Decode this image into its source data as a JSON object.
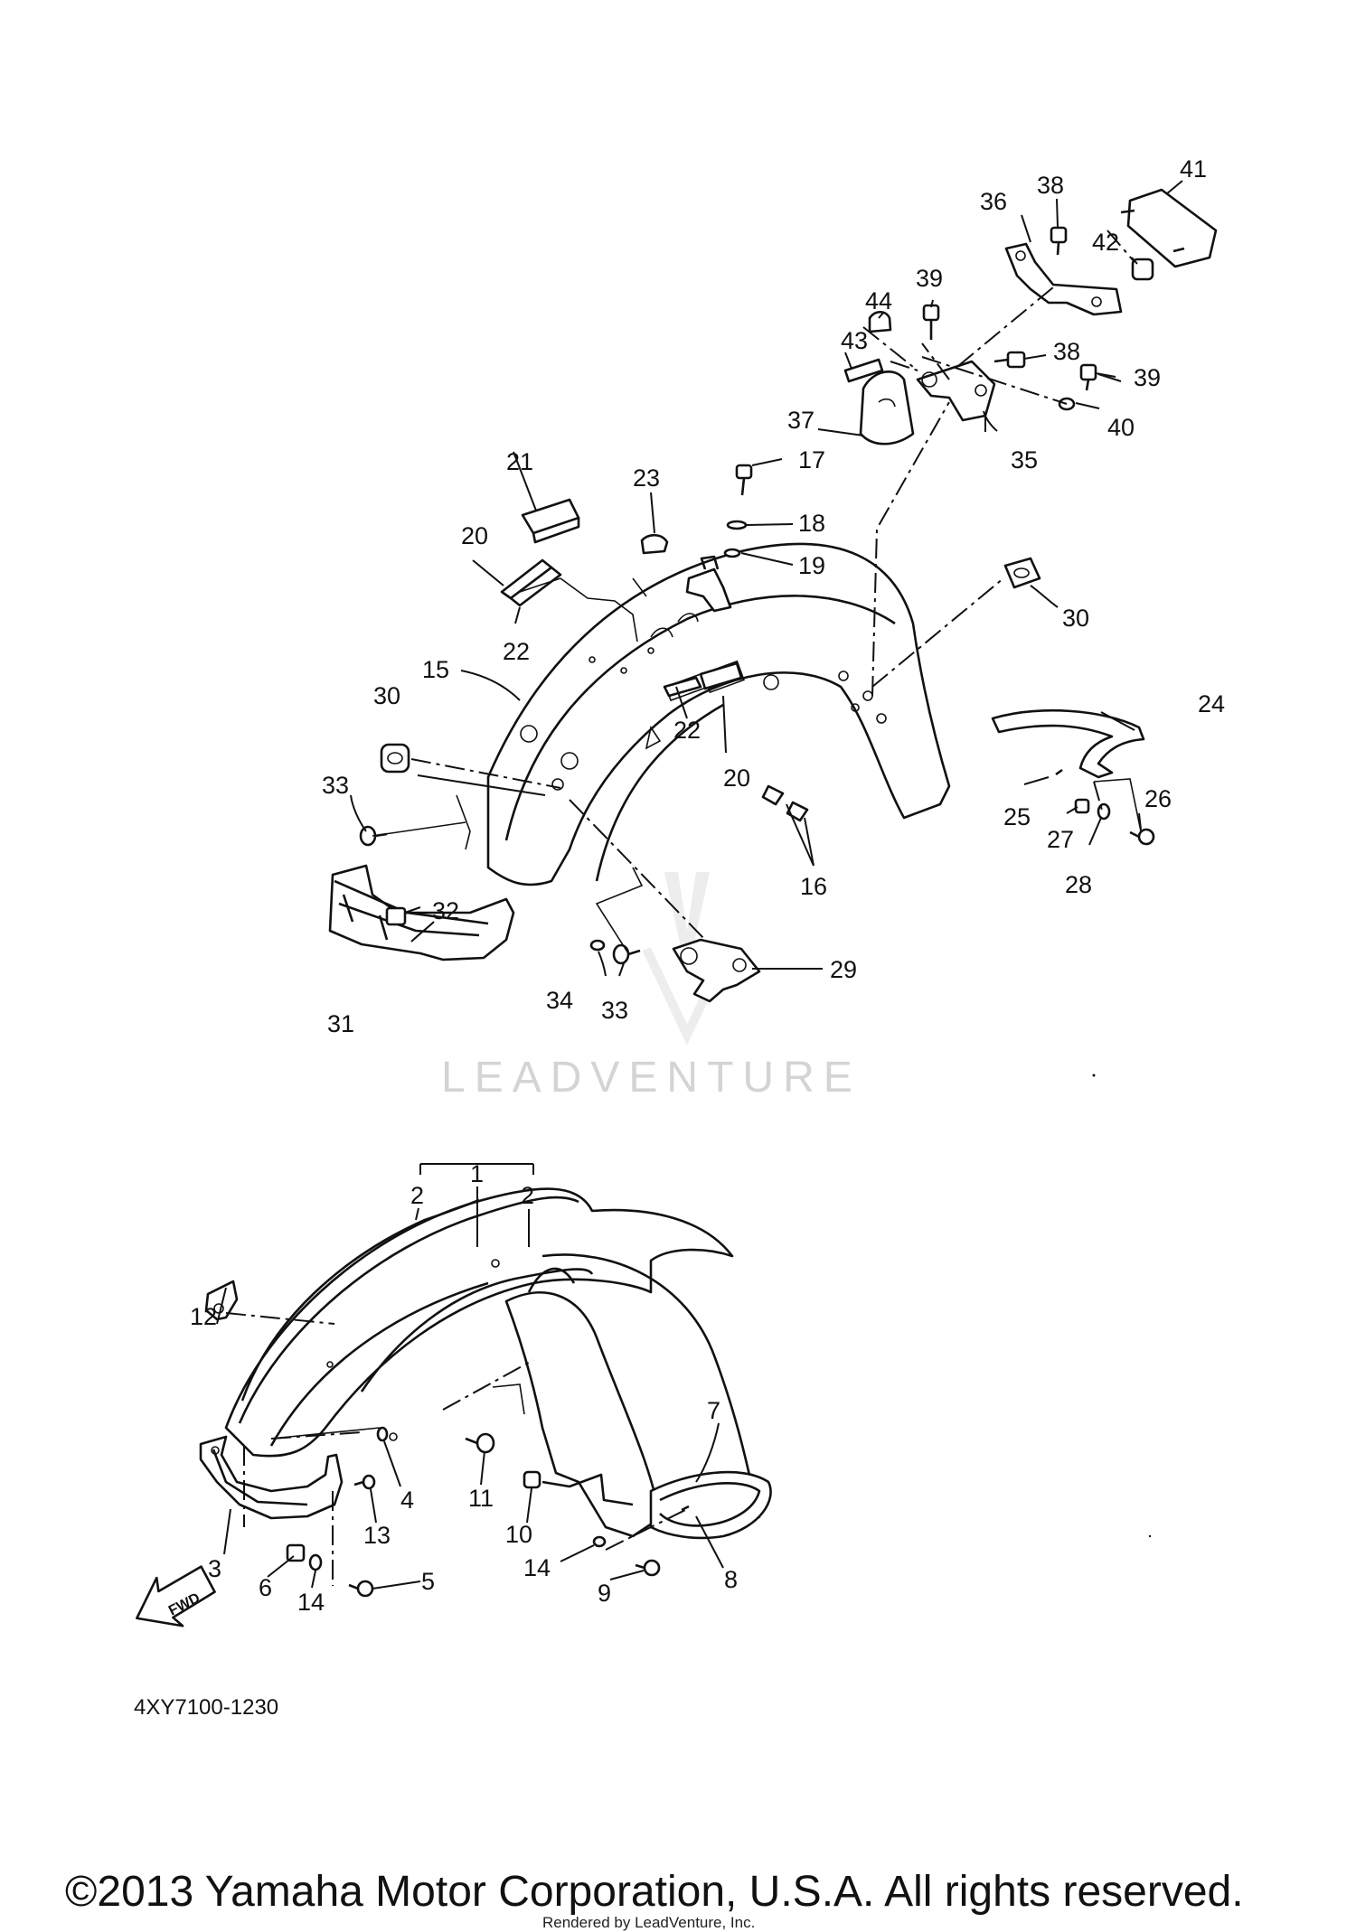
{
  "callouts": [
    "1",
    "2",
    "3",
    "4",
    "5",
    "6",
    "7",
    "8",
    "9",
    "10",
    "11",
    "12",
    "13",
    "14",
    "15",
    "16",
    "17",
    "18",
    "19",
    "20",
    "21",
    "22",
    "23",
    "24",
    "25",
    "26",
    "27",
    "28",
    "29",
    "30",
    "31",
    "32",
    "33",
    "34",
    "35",
    "36",
    "37",
    "38",
    "39",
    "40",
    "41",
    "42",
    "43",
    "44"
  ],
  "fwd_label": "FWD",
  "watermark": "LEADVENTURE",
  "diagram_code": "4XY7100-1230",
  "copyright": "©2013 Yamaha Motor Corporation, U.S.A. All rights reserved.",
  "rendered_by": "Rendered by LeadVenture, Inc.",
  "colors": {
    "ink": "#111111",
    "watermark": "#d4d4d4",
    "background": "#ffffff"
  }
}
